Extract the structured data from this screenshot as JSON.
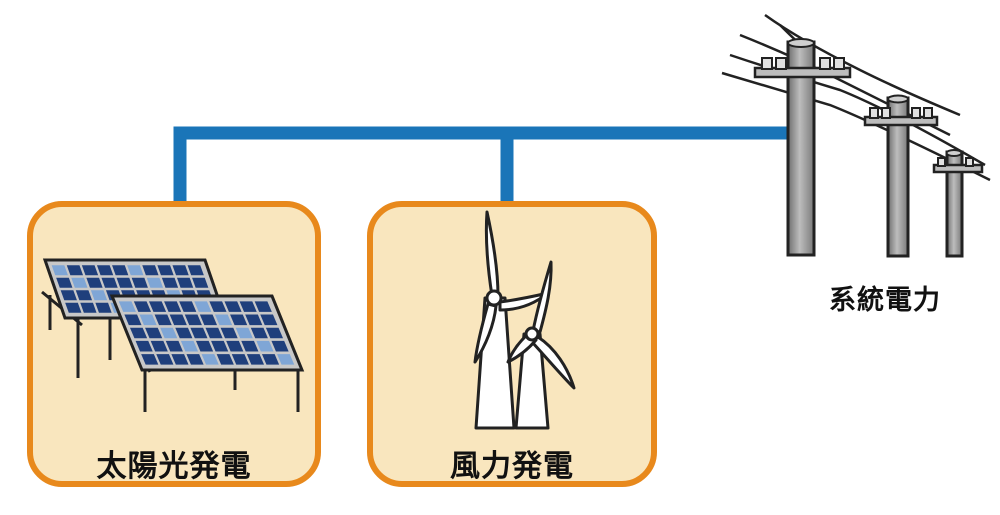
{
  "labels": {
    "solar": "太陽光発電",
    "wind": "風力発電",
    "grid": "系統電力"
  },
  "colors": {
    "connector": "#1a75b8",
    "box_fill": "#f9e6be",
    "box_border": "#e8891c",
    "panel_cell_dark": "#1f3f7c",
    "panel_cell_light": "#7fa6d6",
    "pole": "#8c8c8c"
  },
  "icons": {
    "solar": "solar-panel-icon",
    "wind": "wind-turbine-icon",
    "grid": "utility-pole-icon"
  }
}
